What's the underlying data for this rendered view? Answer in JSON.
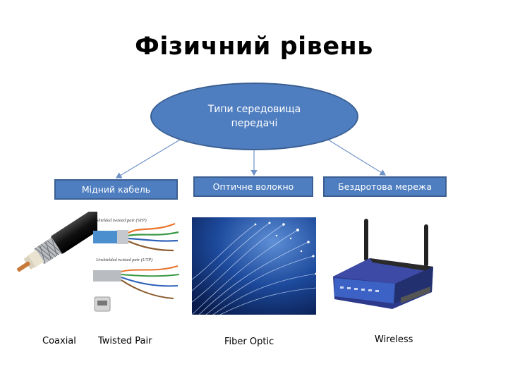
{
  "slide": {
    "title": "Фізичний рівень",
    "root": "Типи середовища передачі",
    "media_types": [
      "Мідний кабель",
      "Оптичне волокно",
      "Бездротова мережа"
    ],
    "photo_labels": {
      "stp": "Shielded twisted pair (STP)",
      "utp": "Unshielded twisted pair (UTP)"
    },
    "captions": [
      "Coaxial",
      "Twisted Pair",
      "Fiber Optic",
      "Wireless"
    ]
  },
  "colors": {
    "shape_fill": "#4f7ec0",
    "shape_border": "#3a5f92",
    "connector": "#6f93c7"
  }
}
